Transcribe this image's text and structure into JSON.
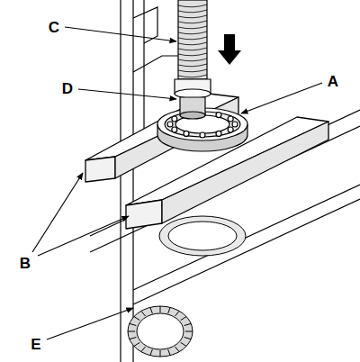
{
  "diagram": {
    "labels": [
      "C",
      "D",
      "A",
      "B",
      "E"
    ]
  }
}
